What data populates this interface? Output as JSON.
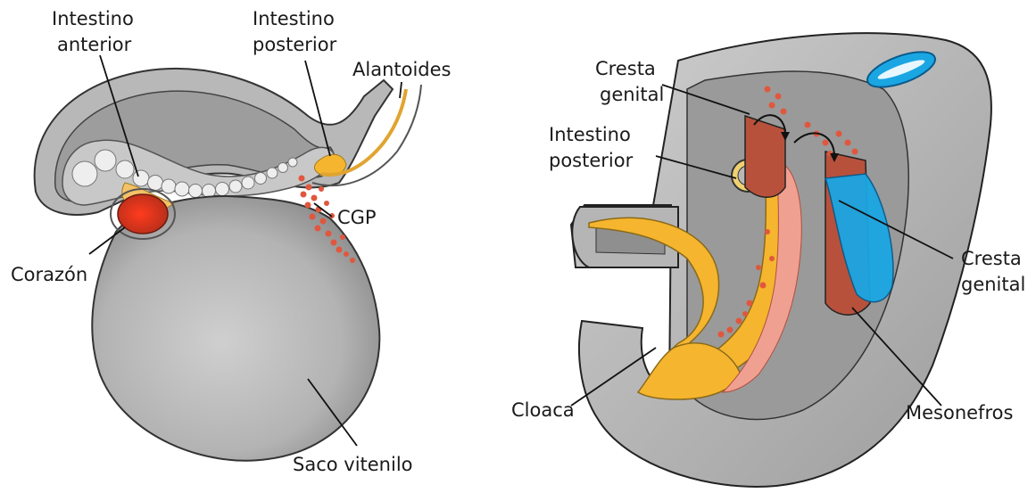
{
  "labels": {
    "intestino_anterior": [
      "Intestino",
      "anterior"
    ],
    "intestino_posterior_left": [
      "Intestino",
      "posterior"
    ],
    "alantoides": "Alantoides",
    "cgp": "CGP",
    "corazon": "Corazón",
    "saco_vitelino": "Saco vitenilo",
    "cresta_genital_top": [
      "Cresta",
      "genital"
    ],
    "intestino_posterior_right": [
      "Intestino",
      "posterior"
    ],
    "cresta_genital_right": [
      "Cresta",
      "genital"
    ],
    "cloaca": "Cloaca",
    "mesonefros": "Mesonefros"
  },
  "colors": {
    "tissue_gray": "#a8a8a8",
    "tissue_light": "#d4d4d4",
    "gut_yellow": "#f5b52e",
    "heart_red": "#e03a22",
    "germ_cells": "#e0573e",
    "genital_ridge": "#b8513c",
    "mesonephros_blue": "#1aa6e3"
  }
}
